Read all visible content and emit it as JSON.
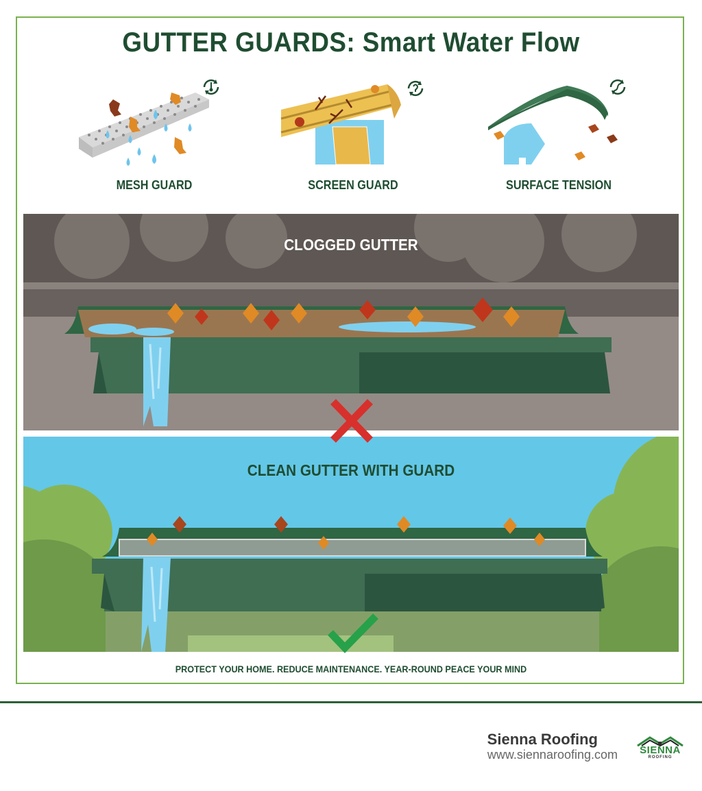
{
  "title": "GUTTER GUARDS: Smart Water Flow",
  "guard_types": [
    {
      "label": "MESH GUARD",
      "icon": "cycle-key-icon"
    },
    {
      "label": "SCREEN GUARD",
      "icon": "cycle-question-icon"
    },
    {
      "label": "SURFACE TENSION",
      "icon": "cycle-flow-icon"
    }
  ],
  "panels": {
    "clogged": {
      "heading": "CLOGGED GUTTER",
      "status_icon": "red-x-icon"
    },
    "clean": {
      "heading": "CLEAN GUTTER WITH GUARD",
      "status_icon": "green-check-icon"
    }
  },
  "tagline": "PROTECT YOUR HOME. REDUCE MAINTENANCE. YEAR-ROUND PEACE YOUR MIND",
  "footer": {
    "brand_name": "Sienna Roofing",
    "url": "www.siennaroofing.com",
    "logo_text": "SIENNA",
    "logo_subtext": "ROOFING"
  },
  "colors": {
    "brand_green": "#1f4d31",
    "frame_green": "#7ab14f",
    "gutter_green": "#3f6e52",
    "water_blue": "#7fd0ef",
    "sky_blue": "#63c7e8",
    "storm_gray": "#6c6460",
    "x_red": "#d8302c",
    "check_green": "#27a14a"
  }
}
